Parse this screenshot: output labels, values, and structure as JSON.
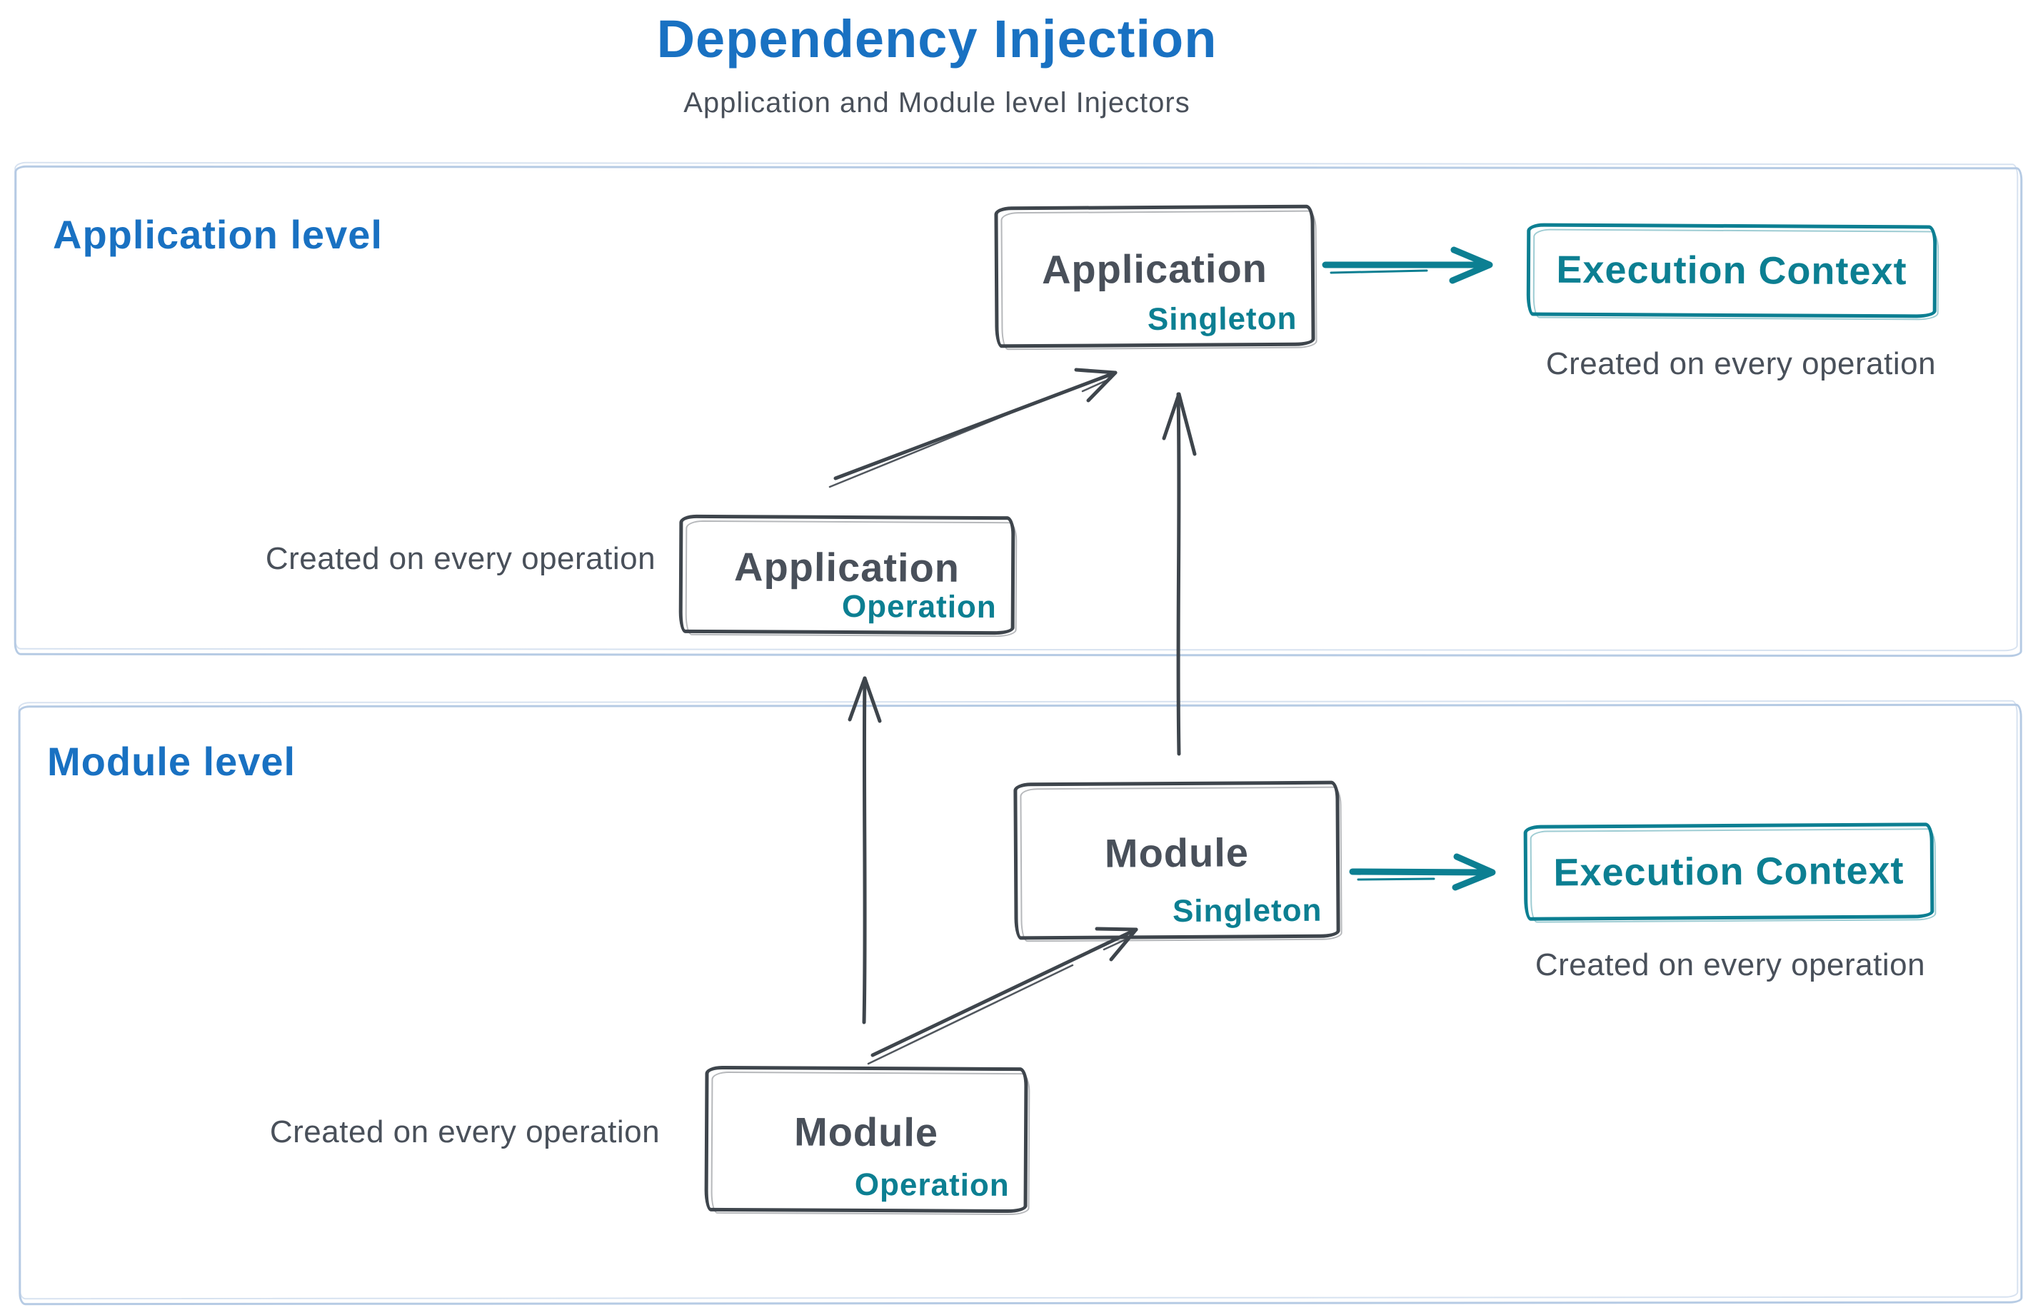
{
  "title": "Dependency Injection",
  "subtitle": "Application and Module level Injectors",
  "colors": {
    "title_blue": "#1971c2",
    "teal_accent": "#0c7f92",
    "ink_dark": "#49505a",
    "frame_light_blue": "#b6cbe4"
  },
  "application_level": {
    "label": "Application level",
    "singleton_node": {
      "title": "Application",
      "scope": "Singleton"
    },
    "operation_node": {
      "title": "Application",
      "scope": "Operation"
    },
    "execution_node": {
      "title": "Execution Context"
    },
    "execution_note": "Created on every operation",
    "operation_note": "Created on every operation"
  },
  "module_level": {
    "label": "Module level",
    "singleton_node": {
      "title": "Module",
      "scope": "Singleton"
    },
    "operation_node": {
      "title": "Module",
      "scope": "Operation"
    },
    "execution_node": {
      "title": "Execution Context"
    },
    "execution_note": "Created on every operation",
    "operation_note": "Created on every operation"
  }
}
